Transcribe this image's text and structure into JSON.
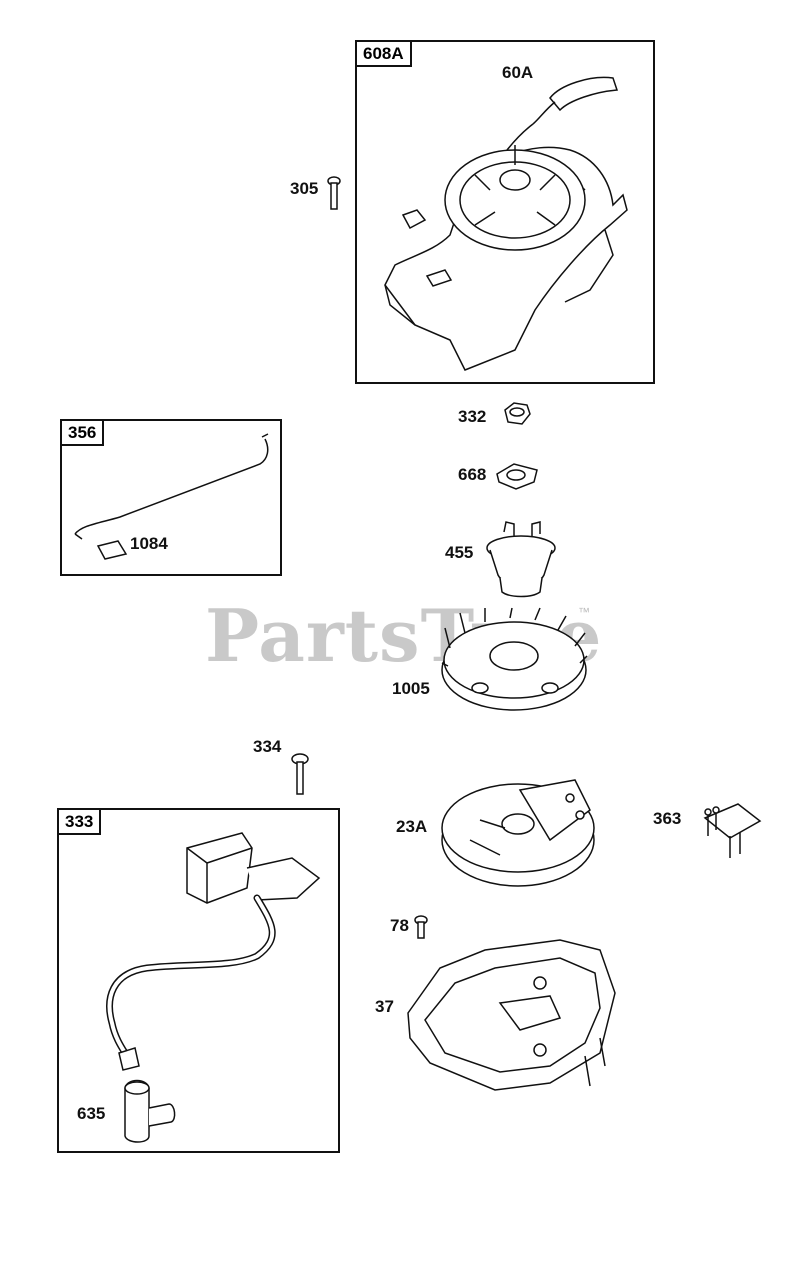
{
  "watermark": {
    "text": "PartsTree",
    "tm": "™"
  },
  "boxes": {
    "recoil": "608A",
    "bracket": "356",
    "ignition": "333"
  },
  "parts": {
    "handle": "60A",
    "screw_305": "305",
    "nut": "332",
    "washer": "668",
    "cup": "455",
    "link": "1084",
    "flywheel": "1005",
    "screw_334": "334",
    "stator": "23A",
    "terminal": "363",
    "screw_78": "78",
    "shroud": "37",
    "boot": "635"
  }
}
